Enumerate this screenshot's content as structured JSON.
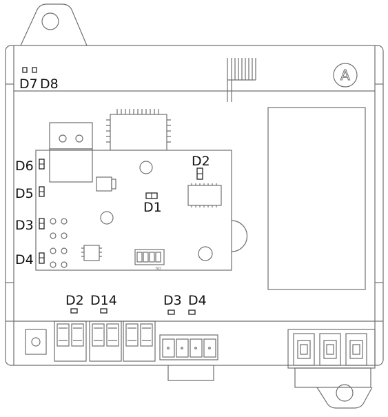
{
  "diagram": {
    "colors": {
      "line": "#6f6f6f",
      "dark": "#222222",
      "text": "#111111",
      "background": "#ffffff"
    },
    "labels": {
      "d7": "D7",
      "d8": "D8",
      "board_d2": "D2",
      "board_d1": "D1",
      "d6": "D6",
      "d5": "D5",
      "d3_left": "D3",
      "d4_left": "D4",
      "bottom_d2": "D2",
      "bottom_d14": "D14",
      "bottom_d3": "D3",
      "bottom_d4": "D4",
      "badge": "A",
      "dip_mark": "NO"
    }
  }
}
